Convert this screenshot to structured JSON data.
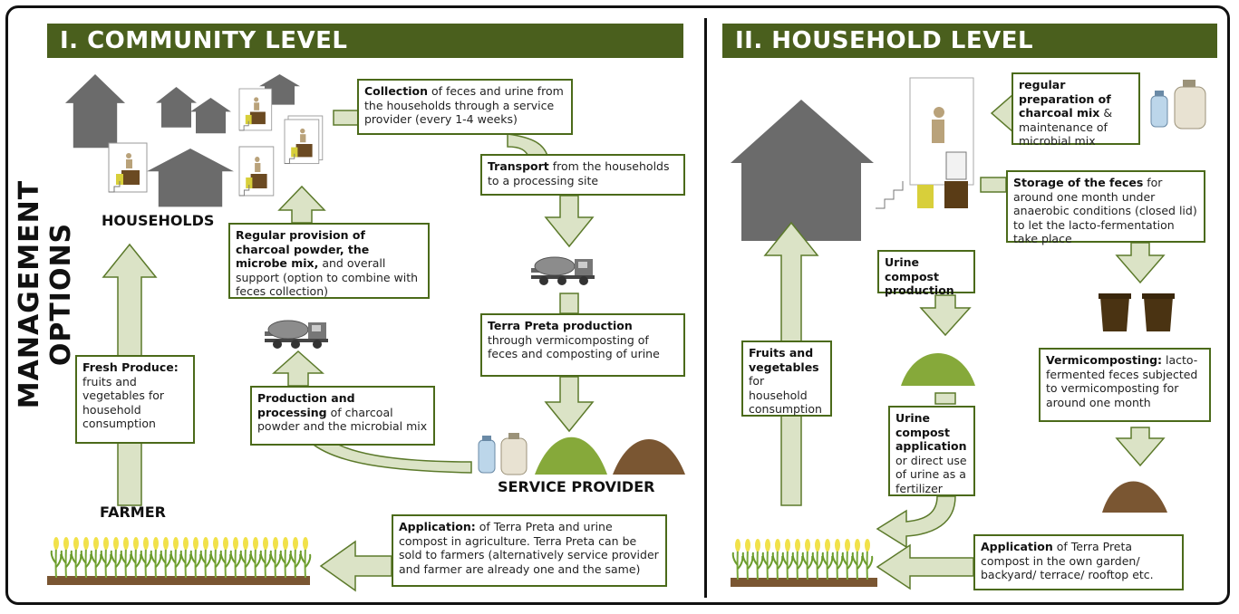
{
  "side_title": "MANAGEMENT OPTIONS",
  "community": {
    "title": "I. COMMUNITY LEVEL",
    "households_label": "HOUSEHOLDS",
    "farmer_label": "FARMER",
    "service_provider_label": "SERVICE PROVIDER",
    "collection": {
      "bold": "Collection",
      "text": " of feces and urine from the households through a service provider (every 1-4 weeks)"
    },
    "transport": {
      "bold": "Transport",
      "text": " from the households to a processing site"
    },
    "terra_preta": {
      "bold": "Terra Preta production",
      "text": " through vermicomposting of feces and composting of urine"
    },
    "regular_provision": {
      "bold": "Regular provision of charcoal powder, the microbe mix,",
      "text": " and overall support (option to combine with feces collection)"
    },
    "production": {
      "bold": "Production and processing",
      "text": " of charcoal powder and the microbial mix"
    },
    "fresh_produce": {
      "bold": "Fresh Produce:",
      "text": " fruits and vegetables for household consumption"
    },
    "application": {
      "bold": "Application:",
      "text": " of Terra Preta and urine compost in agriculture. Terra Preta can be sold to farmers (alternatively service provider and farmer are already one and the same)"
    }
  },
  "household": {
    "title": "II. HOUSEHOLD LEVEL",
    "regular_prep": {
      "bold": "regular preparation of charcoal mix",
      "text": " & maintenance of microbial mix"
    },
    "storage": {
      "bold": "Storage of the feces",
      "text": " for around one month under anaerobic conditions (closed lid) to let the lacto-fermentation take place"
    },
    "urine_compost_production": {
      "bold": "Urine compost production",
      "text": ""
    },
    "fruits_veg": {
      "bold": "Fruits and vegetables",
      "text": " for household consumption"
    },
    "urine_compost_application": {
      "bold": "Urine compost application",
      "text": " or direct use of urine as a fertilizer"
    },
    "vermicomposting": {
      "bold": "Vermicomposting:",
      "text": " lacto-fermented feces subjected to vermicomposting for around  one month"
    },
    "application": {
      "bold": "Application",
      "text": " of Terra Preta compost in the own garden/ backyard/ terrace/ rooftop etc."
    }
  },
  "colors": {
    "banner": "#4a5f1d",
    "box_border": "#4b6a1a",
    "arrow_fill": "#dbe3c6",
    "arrow_stroke": "#5c7a2b",
    "house": "#6b6b6b"
  }
}
